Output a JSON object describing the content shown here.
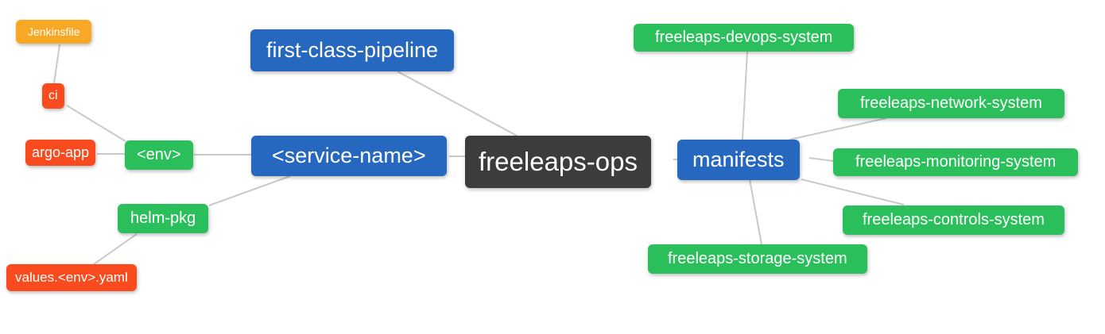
{
  "palette": {
    "canvas-bg": "#ffffff",
    "root-bg": "#3c3c3c",
    "primary-bg": "#2667c0",
    "success-bg": "#2bbf5c",
    "danger-bg": "#fa4b1e",
    "warning-bg": "#f9a825",
    "edge": "#c9c9c9",
    "text": "#ffffff"
  },
  "mindmap": {
    "root": {
      "label": "freeleaps-ops"
    },
    "nodes": {
      "first_class_pipeline": {
        "label": "first-class-pipeline"
      },
      "service_name": {
        "label": "<service-name>"
      },
      "manifests": {
        "label": "manifests"
      },
      "env": {
        "label": "<env>"
      },
      "helm_pkg": {
        "label": "helm-pkg"
      },
      "argo_app": {
        "label": "argo-app"
      },
      "ci": {
        "label": "ci"
      },
      "jenkinsfile": {
        "label": "Jenkinsfile"
      },
      "values_env_yaml": {
        "label": "values.<env>.yaml"
      },
      "devops_system": {
        "label": "freeleaps-devops-system"
      },
      "network_system": {
        "label": "freeleaps-network-system"
      },
      "monitoring_system": {
        "label": "freeleaps-monitoring-system"
      },
      "controls_system": {
        "label": "freeleaps-controls-system"
      },
      "storage_system": {
        "label": "freeleaps-storage-system"
      }
    }
  }
}
